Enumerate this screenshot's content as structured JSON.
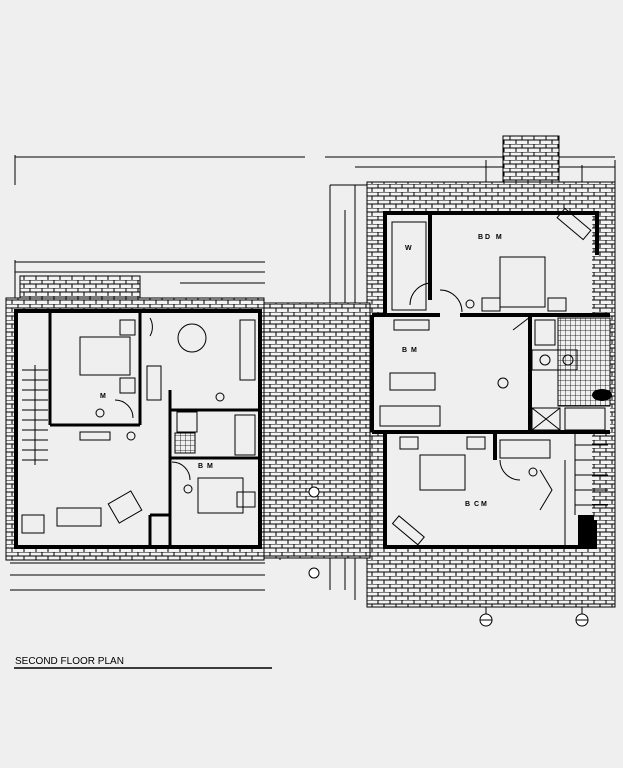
{
  "drawing": {
    "title": "SECOND FLOOR PLAN",
    "colors": {
      "background": "#efefef",
      "ink": "#000000"
    },
    "room_labels": {
      "left_bedroom": "M",
      "left_lower_room": "B  M",
      "right_walkin": "W",
      "right_top_bedroom": "B D   M",
      "right_middle_room": "B\n M",
      "right_bottom_bedroom": "B  C M"
    }
  }
}
